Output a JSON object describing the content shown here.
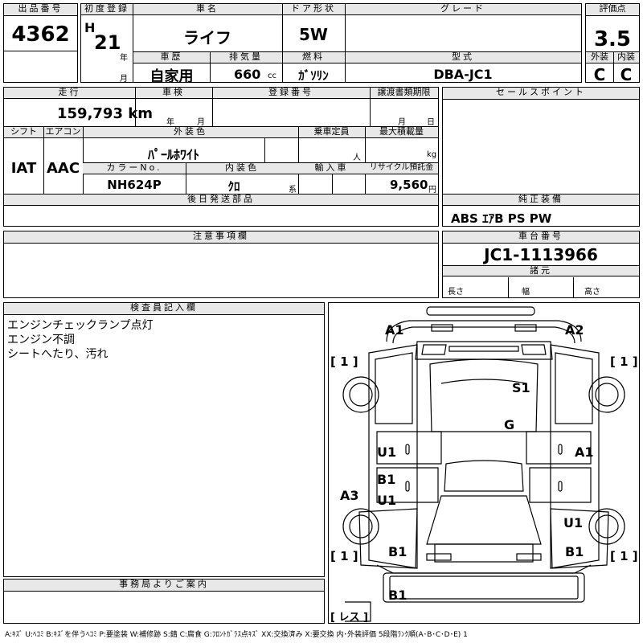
{
  "top": {
    "lot_label": "出品番号",
    "lot_no": "4362",
    "reg_label": "初度登録",
    "era": "H",
    "year": "21",
    "year_unit": "年",
    "month_unit": "月",
    "car_name_label": "車名",
    "car_name": "ライフ",
    "door_label": "ドア形状",
    "door": "5W",
    "grade_label": "グレード",
    "grade": "",
    "score_label": "評価点",
    "score": "3.5",
    "history_label": "車歴",
    "history": "自家用",
    "displacement_label": "排気量",
    "displacement": "660",
    "displacement_unit": "cc",
    "fuel_label": "燃料",
    "fuel": "ｶﾞｿﾘﾝ",
    "model_label": "型式",
    "model": "DBA-JC1",
    "ext_label": "外装",
    "ext_grade": "C",
    "int_label": "内装",
    "int_grade": "C"
  },
  "mid": {
    "mileage_label": "走行",
    "mileage": "159,793 km",
    "inspection_label": "車検",
    "insp_year_unit": "年",
    "insp_month_unit": "月",
    "regno_label": "登録番号",
    "transfer_label": "譲渡書類期限",
    "transfer_month_unit": "月",
    "transfer_day_unit": "日",
    "sales_label": "セールスポイント",
    "shift_label": "シフト",
    "shift": "IAT",
    "ac_label": "エアコン",
    "ac": "AAC",
    "color_label": "外装色",
    "color": "ﾊﾟｰﾙﾎﾜｲﾄ",
    "capacity_label": "乗車定員",
    "capacity_unit": "人",
    "load_label": "最大積載量",
    "load_unit": "kg",
    "colorno_label": "カラーNo.",
    "colorno": "NH624P",
    "interior_label": "内装色",
    "interior": "ｸﾛ",
    "interior_unit": "系",
    "import_label": "輸入車",
    "recycle_label": "リサイクル預託金",
    "recycle": "9,560",
    "recycle_unit": "円",
    "later_label": "後日発送部品",
    "equip_label": "純正装備",
    "equip": "ABS ｴｱB PS PW",
    "notes_label": "注意事項欄",
    "chassis_label": "車台番号",
    "chassis": "JC1-1113966",
    "spec_label": "諸元",
    "length_label": "長さ",
    "width_label": "幅",
    "height_label": "高さ"
  },
  "inspector": {
    "label": "検査員記入欄",
    "lines": [
      "エンジンチェックランプ点灯",
      "エンジン不調",
      "シートへたり、汚れ"
    ]
  },
  "office": {
    "label": "事務局よりご案内"
  },
  "diagram": {
    "marks": [
      "A1",
      "A2",
      "S1",
      "G",
      "U1",
      "A1",
      "B1",
      "U1",
      "A3",
      "U1",
      "B1",
      "B1",
      "B1"
    ],
    "tires": [
      "1",
      "1",
      "1",
      "1"
    ],
    "spare": "レス"
  },
  "legend": "A:ｷｽﾞ U:ﾍｺﾐ B:ｷｽﾞを伴うﾍｺﾐ P:要塗装 W:補修跡 S:錆 C:腐食 G:ﾌﾛﾝﾄｶﾞﾗｽ点ｷｽﾞ XX:交換済み X:要交換  内･外装評価  5段階ﾗﾝｸ順(A･B･C･D･E) 1"
}
